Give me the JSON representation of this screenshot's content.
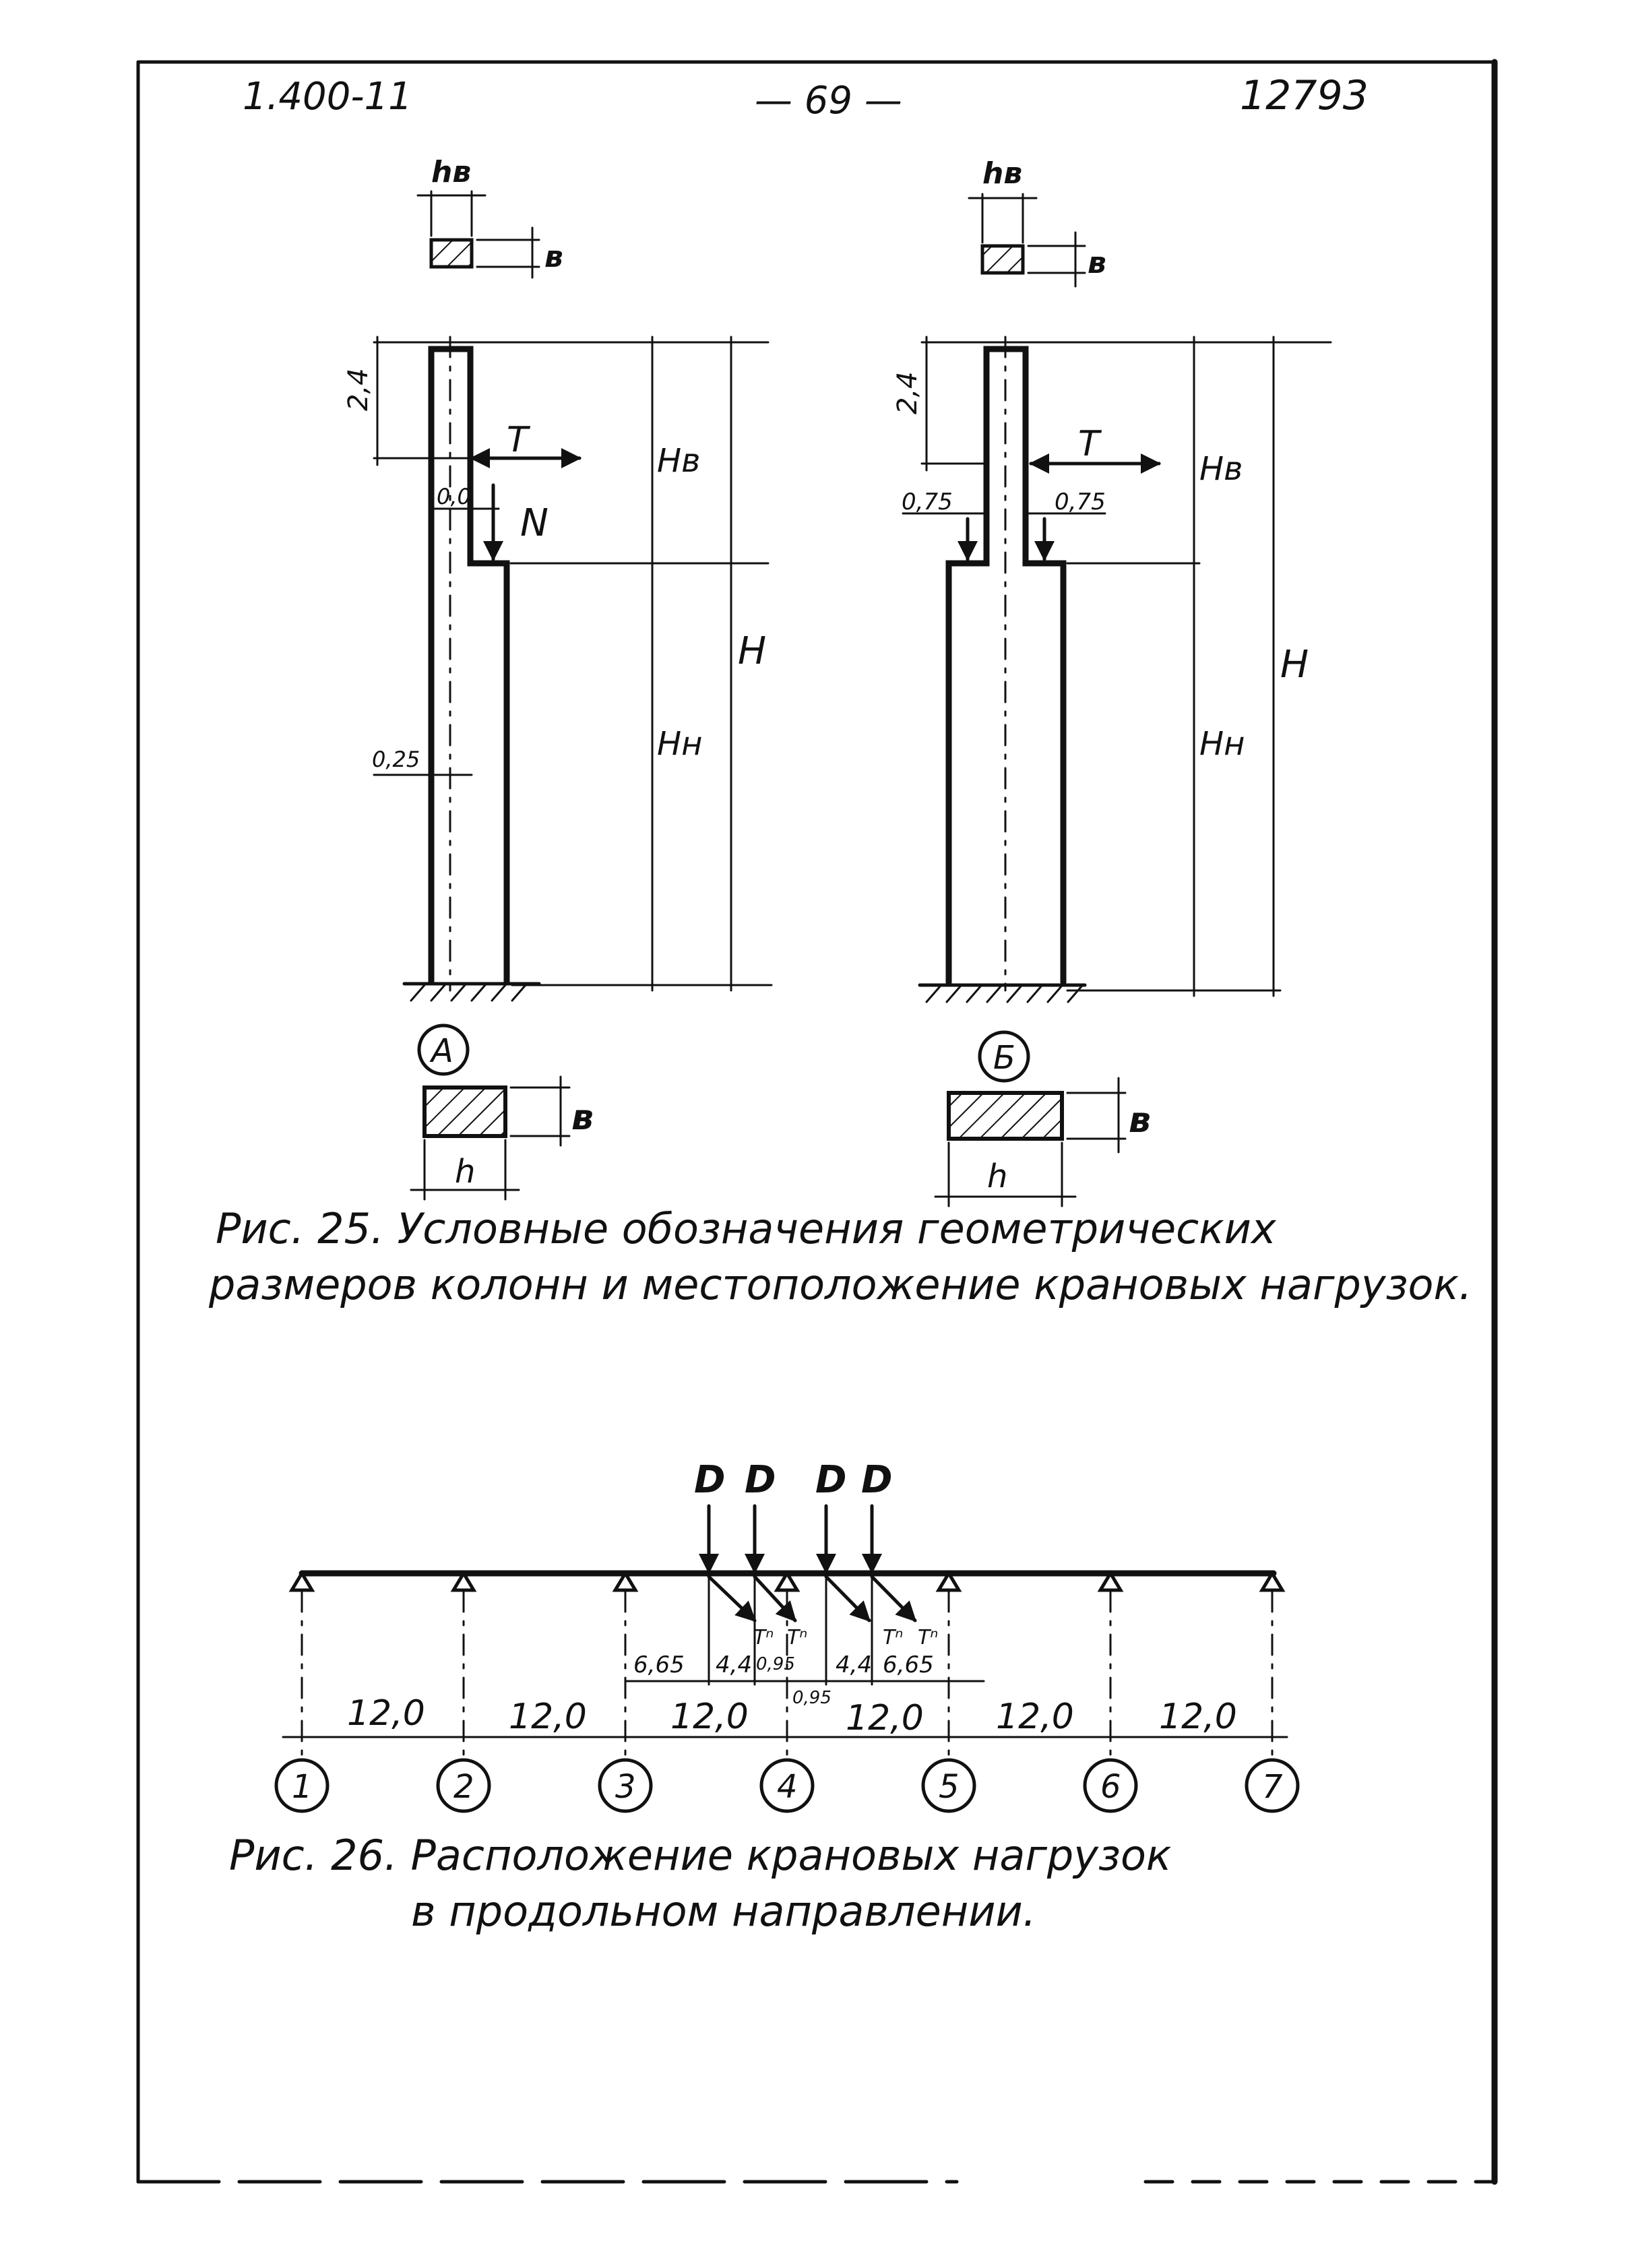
{
  "header": {
    "left_code": "1.400-11",
    "page_number": "— 69 —",
    "right_code": "12793"
  },
  "fig25": {
    "caption_line1": "Рис. 25.  Условные обозначения геометрических",
    "caption_line2": "размеров колонн и местоположение крановых нагрузок.",
    "column_a": {
      "label": "А",
      "top_section_width": "hв",
      "top_section_depth": "в",
      "top_offset": "2,4",
      "force_t": "T",
      "force_n": "N",
      "eccentricity": "0,0",
      "axis_offset": "0,25",
      "h_upper": "Hв",
      "h_lower": "Hн",
      "h_total": "H",
      "bottom_section_depth": "в",
      "bottom_section_width": "h"
    },
    "column_b": {
      "label": "Б",
      "top_section_width": "hв",
      "top_section_depth": "в",
      "top_offset": "2,4",
      "force_t": "T",
      "left_offset": "0,75",
      "right_offset": "0,75",
      "h_upper": "Hв",
      "h_lower": "Hн",
      "h_total": "H",
      "bottom_section_depth": "в",
      "bottom_section_width": "h"
    }
  },
  "fig26": {
    "caption_line1": "Рис. 26.  Расположение крановых нагрузок",
    "caption_line2": "в продольном направлении.",
    "loads": [
      "D",
      "D",
      "D",
      "D"
    ],
    "horizontal_forces": [
      "Tⁿ",
      "Tⁿ",
      "Tⁿ",
      "Tⁿ"
    ],
    "spans": [
      "12,0",
      "12,0",
      "12,0",
      "12,0",
      "12,0",
      "12,0"
    ],
    "axes": [
      "1",
      "2",
      "3",
      "4",
      "5",
      "6",
      "7"
    ],
    "load_dims": [
      "6,65",
      "4,4",
      "0,95",
      "0,95",
      "4,4",
      "6,65"
    ]
  }
}
